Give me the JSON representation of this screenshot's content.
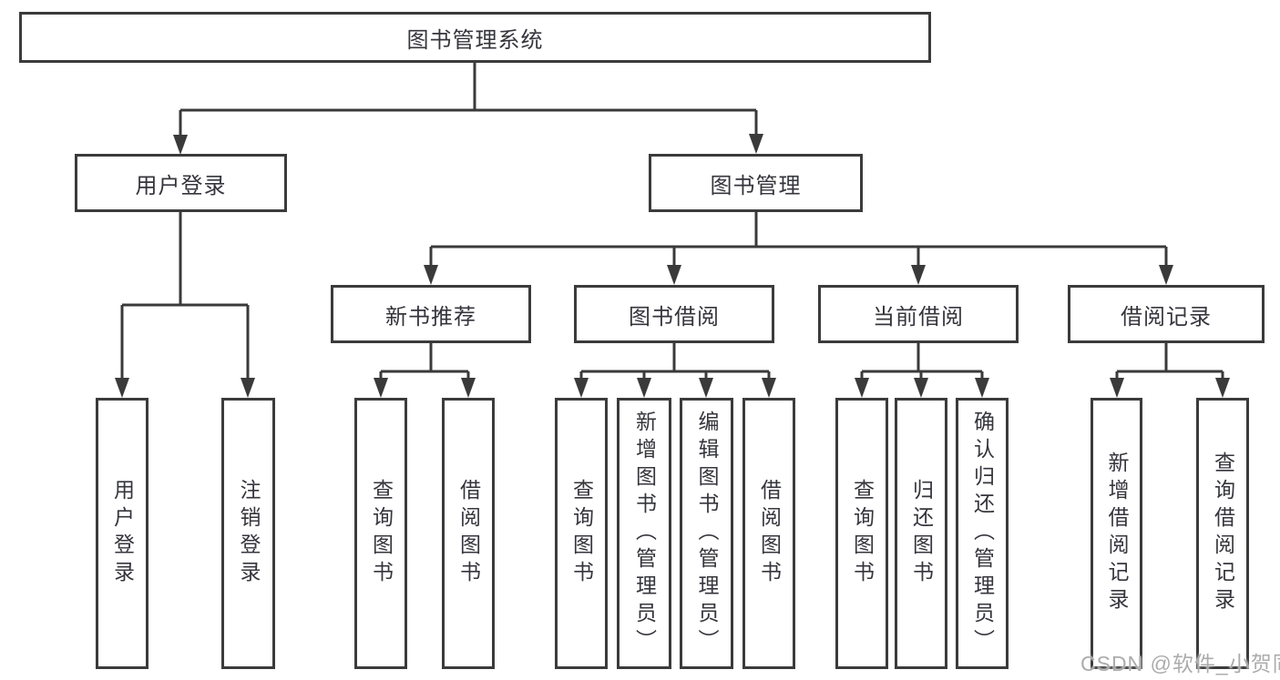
{
  "diagram": {
    "root": {
      "label": "图书管理系统"
    },
    "branches": [
      {
        "label": "用户登录",
        "children": [
          {
            "label": "用户登录"
          },
          {
            "label": "注销登录"
          }
        ]
      },
      {
        "label": "图书管理",
        "sections": [
          {
            "label": "新书推荐",
            "children": [
              {
                "label": "查询图书"
              },
              {
                "label": "借阅图书"
              }
            ]
          },
          {
            "label": "图书借阅",
            "children": [
              {
                "label": "查询图书"
              },
              {
                "label": "新增图书（管理员）"
              },
              {
                "label": "编辑图书（管理员）"
              },
              {
                "label": "借阅图书"
              }
            ]
          },
          {
            "label": "当前借阅",
            "children": [
              {
                "label": "查询图书"
              },
              {
                "label": "归还图书"
              },
              {
                "label": "确认归还（管理员）"
              }
            ]
          },
          {
            "label": "借阅记录",
            "children": [
              {
                "label": "新增借阅记录"
              },
              {
                "label": "查询借阅记录"
              }
            ]
          }
        ]
      }
    ]
  },
  "colors": {
    "line": "#3a3a3a",
    "box_border": "#3b3b3b",
    "text": "#35353d",
    "background": "#ffffff",
    "watermark": "#9e9e9e"
  },
  "watermark": {
    "text": "CSDN @软件_小贺同学"
  }
}
